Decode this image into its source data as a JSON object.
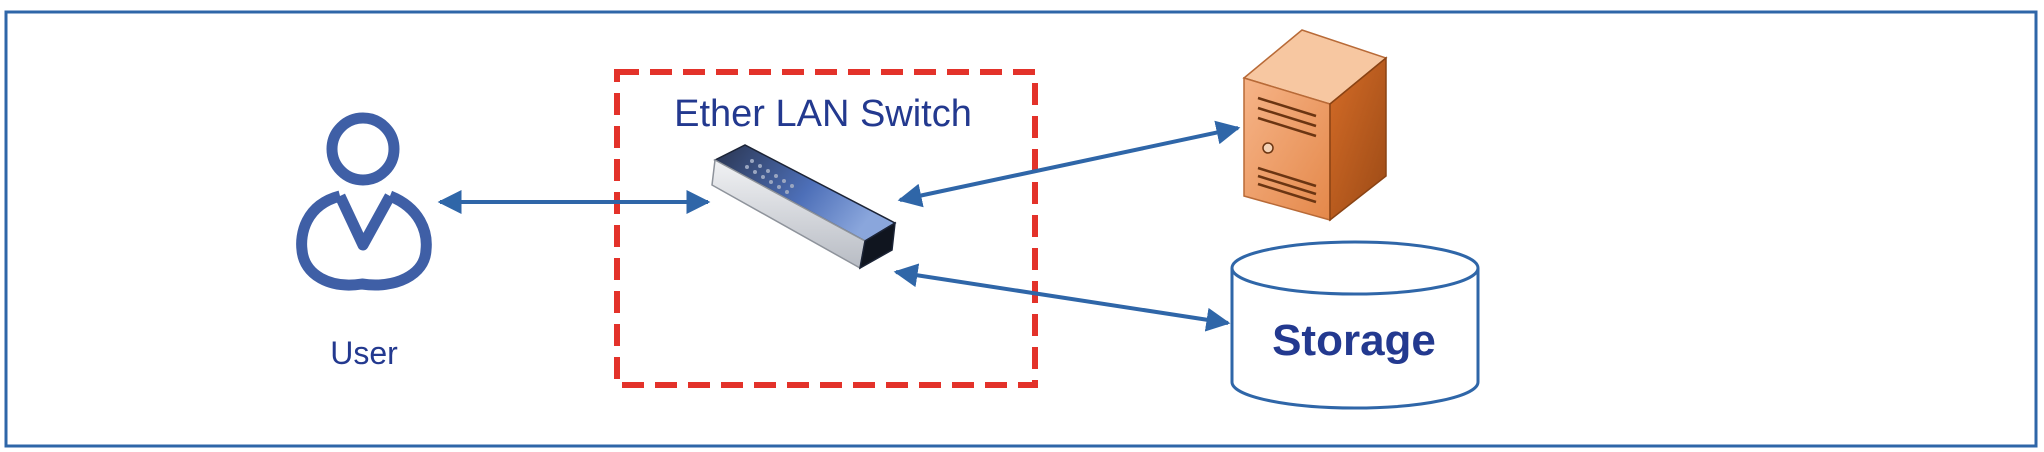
{
  "nodes": {
    "user": {
      "label": "User",
      "icon": "user-icon"
    },
    "switch": {
      "label": "Ether LAN Switch",
      "icon": "switch-icon"
    },
    "server": {
      "label": "",
      "icon": "server-tower-icon"
    },
    "storage": {
      "label": "Storage",
      "icon": "storage-cylinder-icon"
    }
  },
  "edges": [
    {
      "from": "user",
      "to": "switch",
      "bidirectional": true
    },
    {
      "from": "switch",
      "to": "server",
      "bidirectional": true
    },
    {
      "from": "switch",
      "to": "storage",
      "bidirectional": true
    }
  ],
  "colors": {
    "frame": "#2f66a8",
    "arrow": "#2f66a8",
    "icon_blue": "#3f5fa6",
    "switch_group_border": "#e3322a",
    "label_text": "#23398f",
    "server_orange": "#e4884a",
    "storage_stroke": "#2f66a8"
  }
}
